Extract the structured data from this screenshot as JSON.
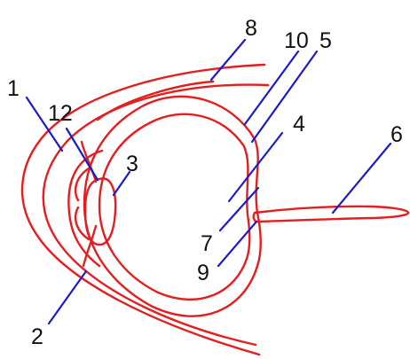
{
  "colors": {
    "structure": "#e41e1e",
    "leader": "#1b1bc8",
    "label": "#111111",
    "background": "#ffffff"
  },
  "labels": [
    {
      "id": "1",
      "text": "1"
    },
    {
      "id": "2",
      "text": "2"
    },
    {
      "id": "3",
      "text": "3"
    },
    {
      "id": "4",
      "text": "4"
    },
    {
      "id": "5",
      "text": "5"
    },
    {
      "id": "6",
      "text": "6"
    },
    {
      "id": "7",
      "text": "7"
    },
    {
      "id": "8",
      "text": "8"
    },
    {
      "id": "9",
      "text": "9"
    },
    {
      "id": "10",
      "text": "10"
    },
    {
      "id": "12",
      "text": "12"
    }
  ]
}
